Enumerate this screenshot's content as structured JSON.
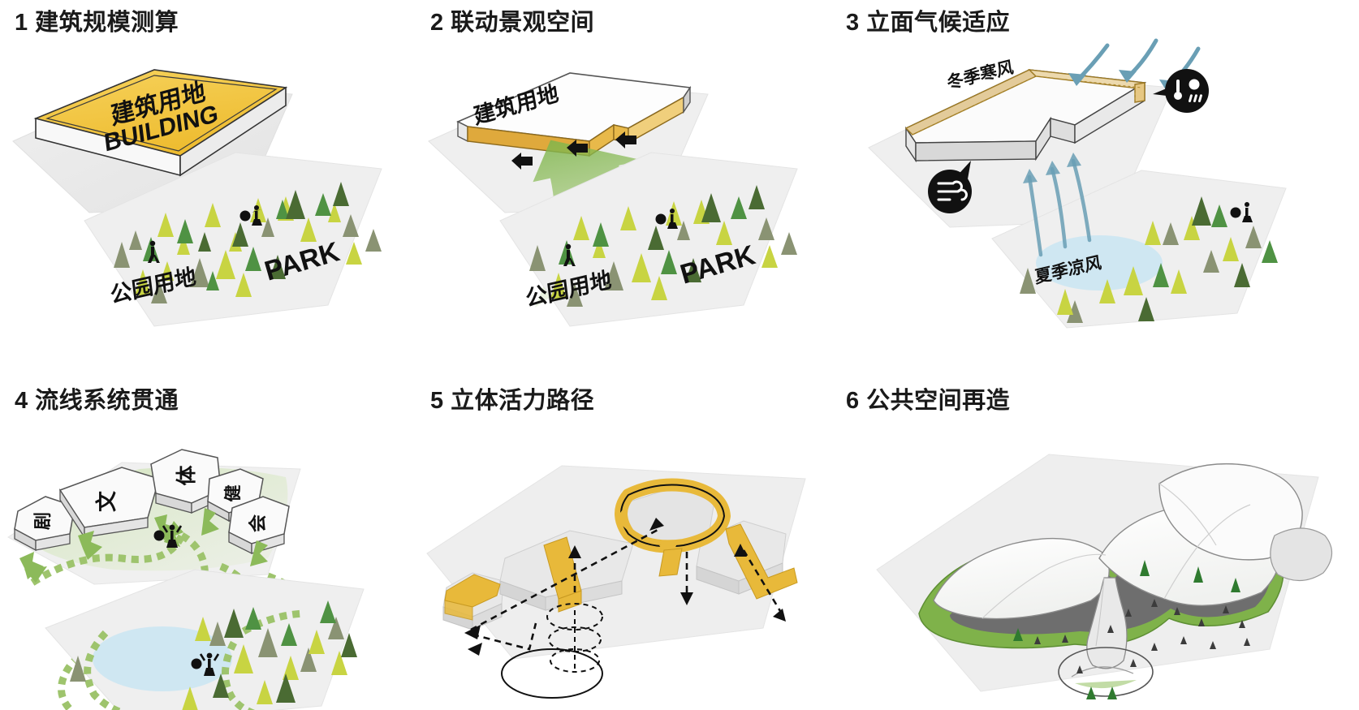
{
  "diagram": {
    "title_prefix_style": "numbered",
    "background": "#ffffff",
    "panels": [
      {
        "number": "1",
        "title": "1 建筑规模测算",
        "labels": {
          "building_cn": "建筑用地",
          "building_en": "BUILDING",
          "park_cn": "公园用地",
          "park_en": "PARK"
        }
      },
      {
        "number": "2",
        "title": "2 联动景观空间",
        "labels": {
          "building_cn": "建筑用地",
          "park_cn": "公园用地",
          "park_en": "PARK"
        }
      },
      {
        "number": "3",
        "title": "3 立面气候适应",
        "labels": {
          "winter_wind": "冬季寒风",
          "summer_breeze": "夏季凉风"
        }
      },
      {
        "number": "4",
        "title": "4 流线系统贯通",
        "labels": {
          "blocks": [
            "剧",
            "文",
            "体",
            "健",
            "会"
          ]
        }
      },
      {
        "number": "5",
        "title": "5 立体活力路径",
        "labels": {}
      },
      {
        "number": "6",
        "title": "6 公共空间再造",
        "labels": {}
      }
    ],
    "colors": {
      "building_yellow": "#f2c744",
      "path_gold": "#e8b93a",
      "deck_grey": "#eceded",
      "plate_grey": "#ebebeb",
      "tree_olive": "#8a9373",
      "tree_lime": "#c8d442",
      "tree_green": "#4f9243",
      "tree_dark": "#4a6b33",
      "water_blue": "#cfe7f2",
      "wind_blue": "#6a9fb5",
      "green_arrow": "#8cba5a",
      "roof_tan": "#e3cb9a",
      "text_black": "#1a1a1a"
    }
  }
}
